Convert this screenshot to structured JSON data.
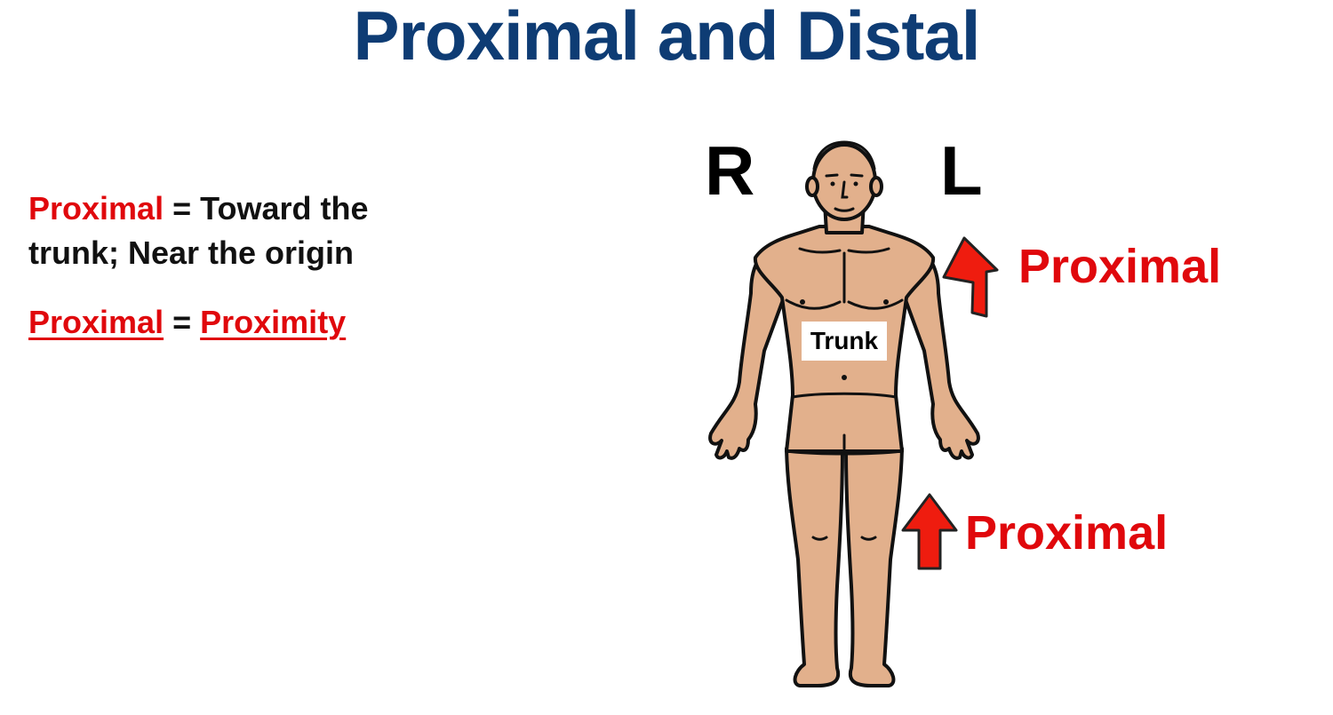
{
  "title": "Proximal and Distal",
  "definition": {
    "term": "Proximal",
    "equals": "=",
    "text_line1": "Toward the",
    "text_line2": "trunk; Near the origin"
  },
  "mnemonic": {
    "term": "Proximal",
    "equals": "=",
    "word": "Proximity"
  },
  "figure": {
    "right_side_label": "R",
    "left_side_label": "L",
    "trunk_label": "Trunk",
    "arrow_labels": [
      "Proximal",
      "Proximal"
    ],
    "skin_color": "#e2b08c",
    "outline_color": "#111111",
    "arrow_color": "#ef1c0f"
  },
  "colors": {
    "title": "#0e3c74",
    "accent_red": "#e0080c"
  }
}
